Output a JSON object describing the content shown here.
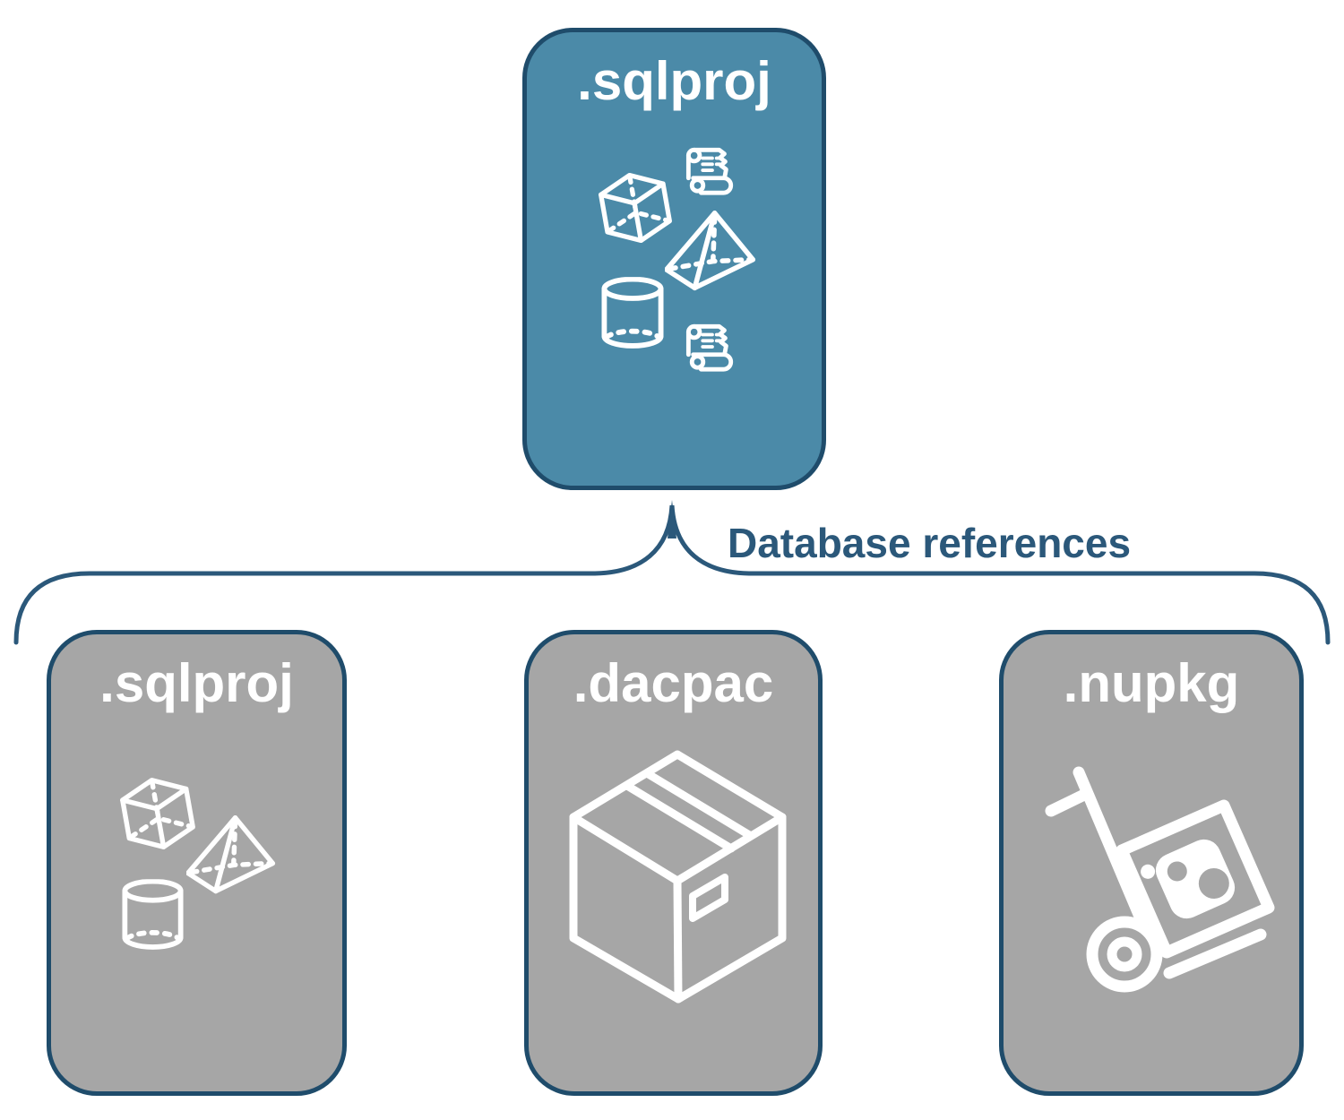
{
  "root_node": {
    "label": ".sqlproj"
  },
  "connector": {
    "label": "Database references"
  },
  "child_nodes": [
    {
      "label": ".sqlproj"
    },
    {
      "label": ".dacpac"
    },
    {
      "label": ".nupkg"
    }
  ],
  "icons": {
    "root": [
      "cube-icon",
      "scroll-icon",
      "pyramid-icon",
      "cylinder-icon",
      "scroll-icon"
    ],
    "sqlproj_child": [
      "cube-icon",
      "pyramid-icon",
      "cylinder-icon"
    ],
    "dacpac_child": [
      "package-box-icon"
    ],
    "nupkg_child": [
      "nuget-hand-truck-icon"
    ]
  },
  "colors": {
    "root_fill": "#4b8aa8",
    "child_fill": "#a6a6a6",
    "node_border": "#1f4c6b",
    "connector_line": "#2b587a",
    "connector_text": "#2b587a",
    "icon_stroke": "#ffffff",
    "label_text": "#ffffff",
    "background": "#ffffff"
  }
}
